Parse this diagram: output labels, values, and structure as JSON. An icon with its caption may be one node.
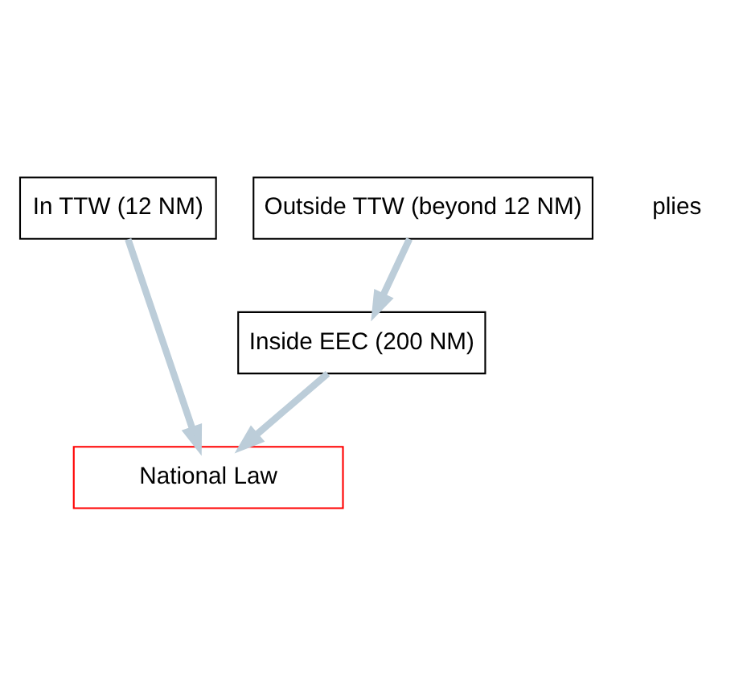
{
  "diagram": {
    "nodes": [
      {
        "text": [
          "In TTW (12 NM)"
        ]
      },
      {
        "text": [
          "Outside TTW (beyond 12 NM)"
        ]
      },
      {
        "text": [
          "Inside EEC (200 NM)"
        ]
      },
      {
        "text": [
          "National Law"
        ]
      }
    ],
    "edges": [
      {
        "from": 0,
        "to": 3,
        "arrow": "to"
      },
      {
        "from": 1,
        "to": 2,
        "arrow": "to"
      },
      {
        "from": 2,
        "to": 3,
        "arrow": "to"
      }
    ],
    "labels": [
      "plies"
    ]
  }
}
